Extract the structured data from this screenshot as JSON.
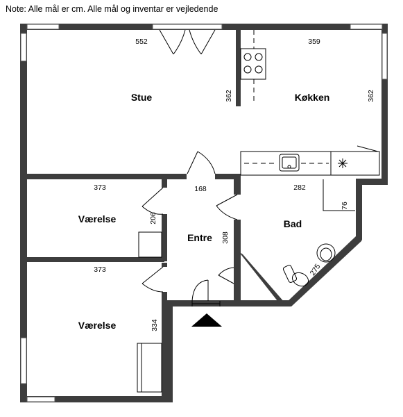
{
  "note": "Note: Alle mål er cm. Alle mål og inventar er vejledende",
  "rooms": {
    "stue": "Stue",
    "kokken": "Køkken",
    "vaerelse_1": "Værelse",
    "vaerelse_2": "Værelse",
    "entre": "Entre",
    "bad": "Bad"
  },
  "dimensions": {
    "stue_width": "552",
    "stue_depth": "362",
    "kokken_width": "359",
    "kokken_depth": "362",
    "vaerelse_1_width": "373",
    "vaerelse_1_depth": "206",
    "vaerelse_2_width": "373",
    "vaerelse_2_depth": "334",
    "entre_width": "168",
    "entre_depth": "308",
    "bad_width": "282",
    "bad_shower": "76",
    "bad_diagonal": "275"
  }
}
